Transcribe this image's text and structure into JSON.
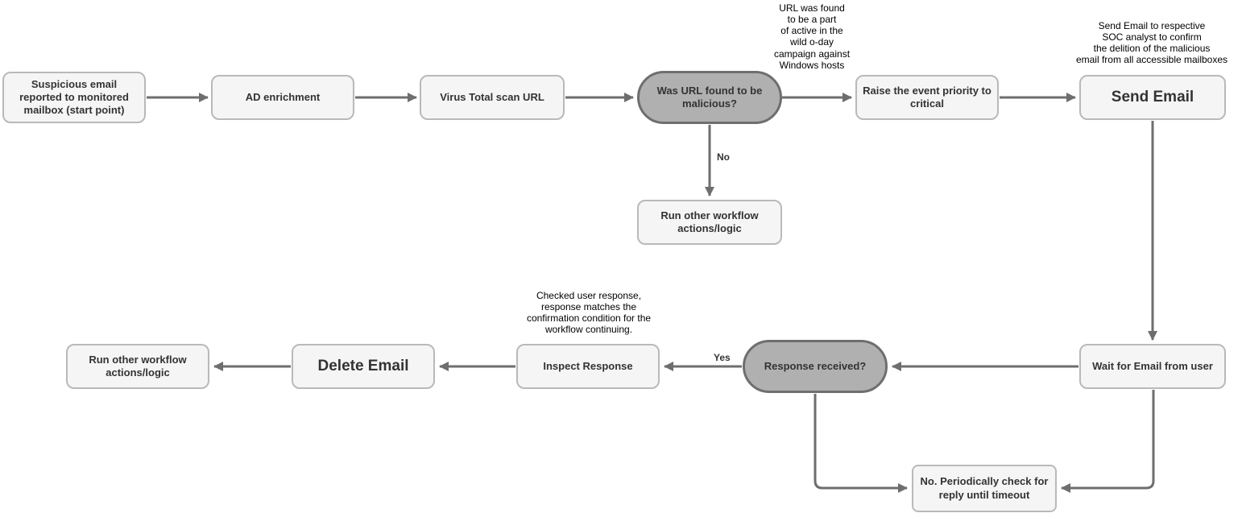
{
  "diagram": {
    "nodes": {
      "start": {
        "label": "Suspicious email\nreported to monitored\nmailbox (start point)"
      },
      "ad_enrichment": {
        "label": "AD enrichment"
      },
      "virus_total": {
        "label": "Virus Total scan URL"
      },
      "url_malicious_decision": {
        "label": "Was URL found to be\nmalicious?"
      },
      "raise_priority": {
        "label": "Raise the event priority to\ncritical"
      },
      "send_email": {
        "label": "Send Email"
      },
      "run_other_workflow_top": {
        "label": "Run other workflow\nactions/logic"
      },
      "run_other_workflow_bottom": {
        "label": "Run other workflow\nactions/logic"
      },
      "delete_email": {
        "label": "Delete Email"
      },
      "inspect_response": {
        "label": "Inspect Response"
      },
      "response_received_decision": {
        "label": "Response received?"
      },
      "wait_for_email": {
        "label": "Wait for Email from user"
      },
      "periodic_check": {
        "label": "No. Periodically check for\nreply until timeout"
      }
    },
    "edge_labels": {
      "no": "No",
      "yes": "Yes"
    },
    "annotations": {
      "url_campaign_note": "URL was found\nto be a part\nof active in the\nwild o-day\ncampaign against\nWindows hosts",
      "send_email_note": "Send Email to respective\nSOC analyst to confirm\nthe delition of the malicious\nemail from all accessible mailboxes",
      "inspect_note": "Checked user response,\nresponse matches the\nconfirmation condition for the\nworkflow continuing."
    },
    "colors": {
      "node_fill": "#f5f5f5",
      "node_border": "#b9b9b9",
      "decision_fill": "#b0b0b0",
      "decision_border": "#6e6e6e",
      "edge": "#6e6e6e",
      "text": "#333333"
    }
  }
}
